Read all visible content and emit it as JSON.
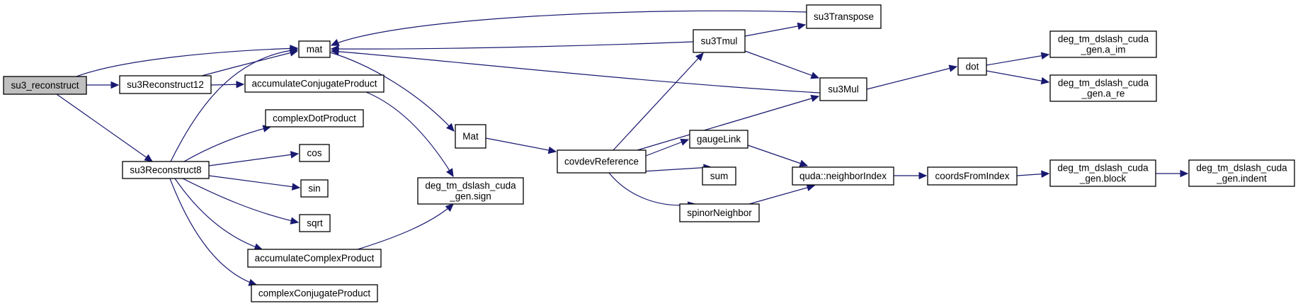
{
  "graph": {
    "title": "Call graph of su3_reconstruct",
    "edge_color": "#191970",
    "root_fill": "#bfbfbf",
    "nodes": [
      {
        "id": "su3_reconstruct",
        "label": [
          "su3_reconstruct"
        ],
        "root": true
      },
      {
        "id": "mat",
        "label": [
          "mat"
        ]
      },
      {
        "id": "su3Reconstruct12",
        "label": [
          "su3Reconstruct12"
        ]
      },
      {
        "id": "su3Reconstruct8",
        "label": [
          "su3Reconstruct8"
        ]
      },
      {
        "id": "accumulateConjugateProduct",
        "label": [
          "accumulateConjugateProduct"
        ]
      },
      {
        "id": "complexDotProduct",
        "label": [
          "complexDotProduct"
        ]
      },
      {
        "id": "cos",
        "label": [
          "cos"
        ]
      },
      {
        "id": "sin",
        "label": [
          "sin"
        ]
      },
      {
        "id": "sqrt",
        "label": [
          "sqrt"
        ]
      },
      {
        "id": "accumulateComplexProduct",
        "label": [
          "accumulateComplexProduct"
        ]
      },
      {
        "id": "complexConjugateProduct",
        "label": [
          "complexConjugateProduct"
        ]
      },
      {
        "id": "sign",
        "label": [
          "deg_tm_dslash_cuda",
          "_gen.sign"
        ]
      },
      {
        "id": "Mat",
        "label": [
          "Mat"
        ]
      },
      {
        "id": "covdevReference",
        "label": [
          "covdevReference"
        ]
      },
      {
        "id": "su3Tmul",
        "label": [
          "su3Tmul"
        ]
      },
      {
        "id": "su3Transpose",
        "label": [
          "su3Transpose"
        ]
      },
      {
        "id": "su3Mul",
        "label": [
          "su3Mul"
        ]
      },
      {
        "id": "dot",
        "label": [
          "dot"
        ]
      },
      {
        "id": "a_im",
        "label": [
          "deg_tm_dslash_cuda",
          "_gen.a_im"
        ]
      },
      {
        "id": "a_re",
        "label": [
          "deg_tm_dslash_cuda",
          "_gen.a_re"
        ]
      },
      {
        "id": "gaugeLink",
        "label": [
          "gaugeLink"
        ]
      },
      {
        "id": "sum",
        "label": [
          "sum"
        ]
      },
      {
        "id": "spinorNeighbor",
        "label": [
          "spinorNeighbor"
        ]
      },
      {
        "id": "neighborIndex",
        "label": [
          "quda::neighborIndex"
        ]
      },
      {
        "id": "coordsFromIndex",
        "label": [
          "coordsFromIndex"
        ]
      },
      {
        "id": "block",
        "label": [
          "deg_tm_dslash_cuda",
          "_gen.block"
        ]
      },
      {
        "id": "indent",
        "label": [
          "deg_tm_dslash_cuda",
          "_gen.indent"
        ]
      }
    ],
    "edges": [
      {
        "from": "su3_reconstruct",
        "to": "mat"
      },
      {
        "from": "su3_reconstruct",
        "to": "su3Reconstruct12"
      },
      {
        "from": "su3_reconstruct",
        "to": "su3Reconstruct8"
      },
      {
        "from": "su3Reconstruct12",
        "to": "mat"
      },
      {
        "from": "su3Reconstruct12",
        "to": "accumulateConjugateProduct"
      },
      {
        "from": "su3Reconstruct8",
        "to": "mat"
      },
      {
        "from": "su3Reconstruct8",
        "to": "complexDotProduct"
      },
      {
        "from": "su3Reconstruct8",
        "to": "cos"
      },
      {
        "from": "su3Reconstruct8",
        "to": "sin"
      },
      {
        "from": "su3Reconstruct8",
        "to": "sqrt"
      },
      {
        "from": "su3Reconstruct8",
        "to": "accumulateComplexProduct"
      },
      {
        "from": "su3Reconstruct8",
        "to": "complexConjugateProduct"
      },
      {
        "from": "accumulateConjugateProduct",
        "to": "sign"
      },
      {
        "from": "accumulateComplexProduct",
        "to": "sign"
      },
      {
        "from": "mat",
        "to": "Mat"
      },
      {
        "from": "Mat",
        "to": "covdevReference"
      },
      {
        "from": "su3Transpose",
        "to": "mat"
      },
      {
        "from": "su3Tmul",
        "to": "mat"
      },
      {
        "from": "su3Mul",
        "to": "mat"
      },
      {
        "from": "su3Tmul",
        "to": "su3Transpose"
      },
      {
        "from": "su3Tmul",
        "to": "su3Mul"
      },
      {
        "from": "covdevReference",
        "to": "su3Tmul"
      },
      {
        "from": "covdevReference",
        "to": "su3Mul"
      },
      {
        "from": "covdevReference",
        "to": "gaugeLink"
      },
      {
        "from": "covdevReference",
        "to": "sum"
      },
      {
        "from": "covdevReference",
        "to": "spinorNeighbor"
      },
      {
        "from": "su3Mul",
        "to": "dot"
      },
      {
        "from": "dot",
        "to": "a_im"
      },
      {
        "from": "dot",
        "to": "a_re"
      },
      {
        "from": "gaugeLink",
        "to": "neighborIndex"
      },
      {
        "from": "spinorNeighbor",
        "to": "neighborIndex"
      },
      {
        "from": "neighborIndex",
        "to": "coordsFromIndex"
      },
      {
        "from": "coordsFromIndex",
        "to": "block"
      },
      {
        "from": "block",
        "to": "indent"
      }
    ]
  }
}
